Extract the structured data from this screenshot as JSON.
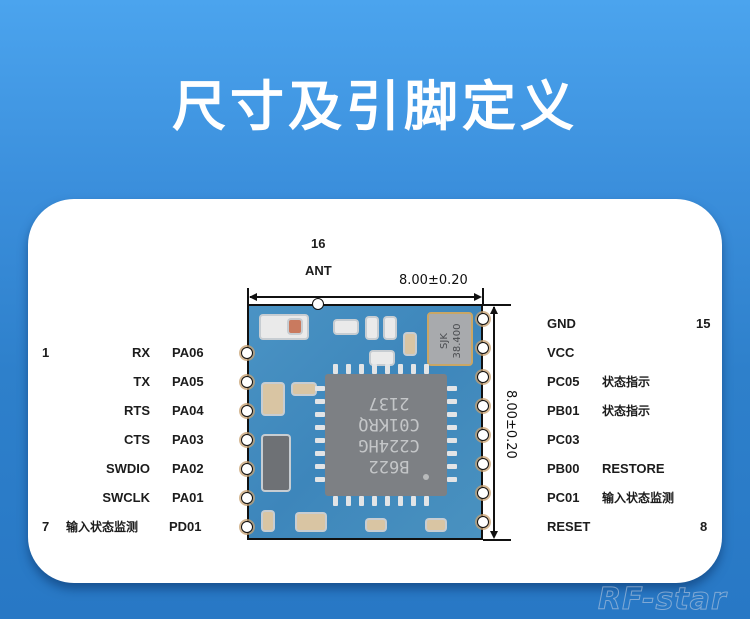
{
  "header": {
    "title": "尺寸及引脚定义"
  },
  "top_pin": {
    "number": "16",
    "name": "ANT"
  },
  "dimensions": {
    "width": "8.00±0.20",
    "height": "8.00±0.20"
  },
  "left_pins": [
    {
      "number": "1",
      "function": "RX",
      "port": "PA06"
    },
    {
      "number": "",
      "function": "TX",
      "port": "PA05"
    },
    {
      "number": "",
      "function": "RTS",
      "port": "PA04"
    },
    {
      "number": "",
      "function": "CTS",
      "port": "PA03"
    },
    {
      "number": "",
      "function": "SWDIO",
      "port": "PA02"
    },
    {
      "number": "",
      "function": "SWCLK",
      "port": "PA01"
    },
    {
      "number": "7",
      "function": "输入状态监测",
      "port": "PD01"
    }
  ],
  "right_pins": [
    {
      "port": "GND",
      "function": "",
      "number": "15"
    },
    {
      "port": "VCC",
      "function": "",
      "number": ""
    },
    {
      "port": "PC05",
      "function": "状态指示",
      "number": ""
    },
    {
      "port": "PB01",
      "function": "状态指示",
      "number": ""
    },
    {
      "port": "PC03",
      "function": "",
      "number": ""
    },
    {
      "port": "PB00",
      "function": "RESTORE",
      "number": ""
    },
    {
      "port": "PC01",
      "function": "输入状态监测",
      "number": ""
    },
    {
      "port": "RESET",
      "function": "",
      "number": "8"
    }
  ],
  "module": {
    "chip_marking": [
      "B622",
      "C224HG",
      "C01KRQ",
      "2137"
    ],
    "crystal_marking": [
      "SJK",
      "38.400"
    ]
  },
  "watermark": "RF-star",
  "colors": {
    "bg_top": "#4ba4ee",
    "bg_bottom": "#2878c5",
    "card": "#ffffff",
    "pcb": "#3d86bb",
    "text": "#1c1c1c"
  }
}
